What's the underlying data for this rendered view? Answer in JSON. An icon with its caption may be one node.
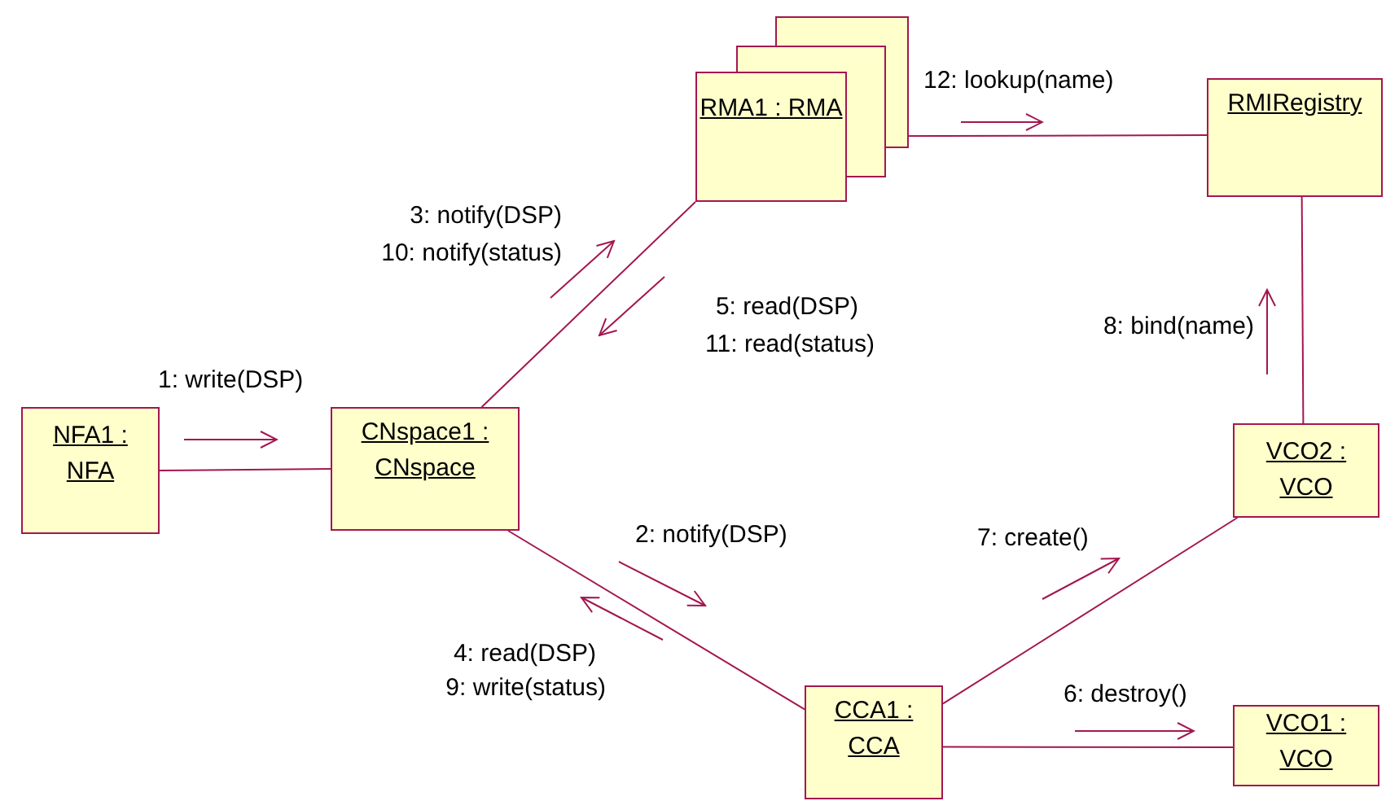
{
  "diagram": {
    "nodes": [
      {
        "text": [
          "RMA1 : RMA"
        ]
      },
      {
        "text": [
          "RMIRegistry"
        ]
      },
      {
        "text": [
          "NFA1 : NFA"
        ]
      },
      {
        "text": [
          "CNspace1 : CNspace"
        ]
      },
      {
        "text": [
          "VCO2 : VCO"
        ]
      },
      {
        "text": [
          "CCA1 : CCA"
        ]
      },
      {
        "text": [
          "VCO1 : VCO"
        ]
      }
    ],
    "edges": [
      {
        "from": 0,
        "to": 1,
        "arrow": "none"
      },
      {
        "from": 3,
        "to": 0,
        "arrow": "none"
      },
      {
        "from": 1,
        "to": 4,
        "arrow": "none"
      },
      {
        "from": 2,
        "to": 3,
        "arrow": "none"
      },
      {
        "from": 3,
        "to": 5,
        "arrow": "none"
      },
      {
        "from": 5,
        "to": 4,
        "arrow": "none"
      },
      {
        "from": 5,
        "to": 6,
        "arrow": "none"
      }
    ],
    "labels": [
      "12: lookup(name)",
      "3: notify(DSP)",
      "10: notify(status)",
      "5: read(DSP)",
      "11: read(status)",
      "8: bind(name)",
      "1: write(DSP)",
      "2: notify(DSP)",
      "7: create()",
      "4: read(DSP)",
      "9: write(status)",
      "6: destroy()"
    ]
  }
}
